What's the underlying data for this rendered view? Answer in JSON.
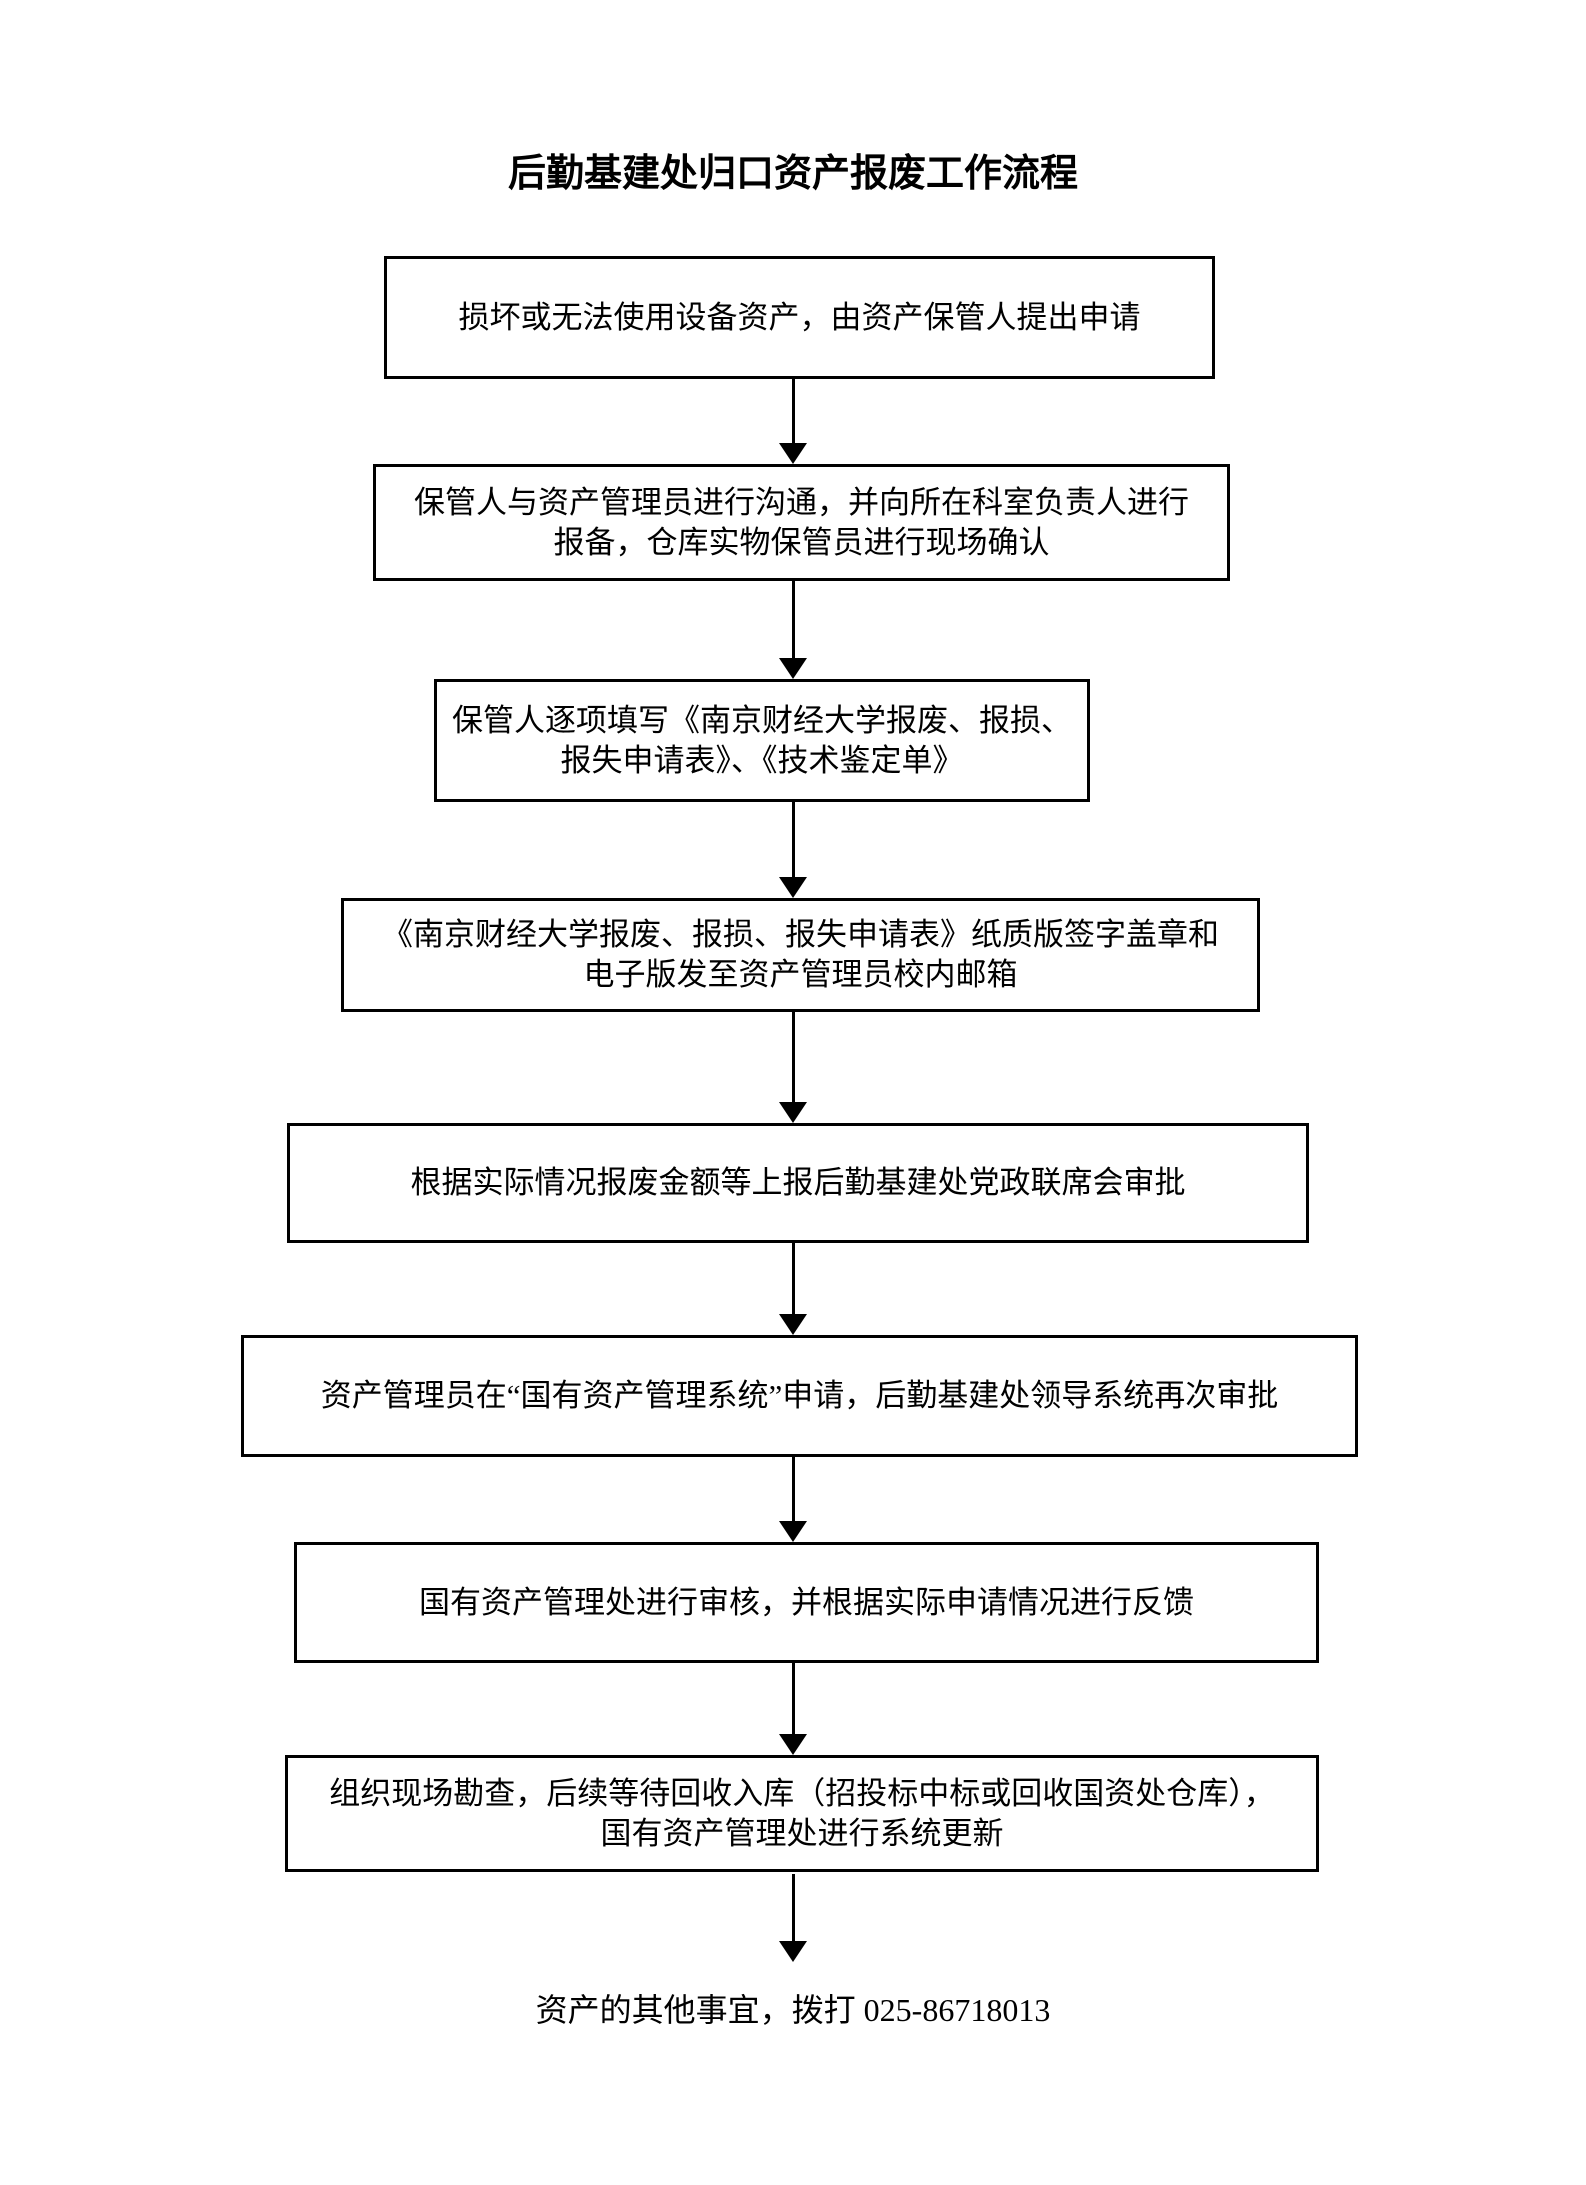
{
  "page": {
    "title": "后勤基建处归口资产报废工作流程",
    "footer": "资产的其他事宜，拨打 025-86718013",
    "colors": {
      "background": "#ffffff",
      "text": "#000000",
      "box_border": "#000000",
      "arrow": "#000000"
    }
  },
  "flow": {
    "nodes": [
      {
        "lines": [
          "损坏或无法使用设备资产，由资产保管人提出申请"
        ]
      },
      {
        "lines": [
          "保管人与资产管理员进行沟通，并向所在科室负责人进行",
          "报备，仓库实物保管员进行现场确认"
        ]
      },
      {
        "lines": [
          "保管人逐项填写《南京财经大学报废、报损、",
          "报失申请表》、《技术鉴定单》"
        ]
      },
      {
        "lines": [
          "《南京财经大学报废、报损、报失申请表》纸质版签字盖章和",
          "电子版发至资产管理员校内邮箱"
        ]
      },
      {
        "lines": [
          "根据实际情况报废金额等上报后勤基建处党政联席会审批"
        ]
      },
      {
        "lines": [
          "资产管理员在“国有资产管理系统”申请，后勤基建处领导系统再次审批"
        ]
      },
      {
        "lines": [
          "国有资产管理处进行审核，并根据实际申请情况进行反馈"
        ]
      },
      {
        "lines": [
          "组织现场勘查，后续等待回收入库（招投标中标或回收国资处仓库），",
          "国有资产管理处进行系统更新"
        ]
      }
    ]
  }
}
